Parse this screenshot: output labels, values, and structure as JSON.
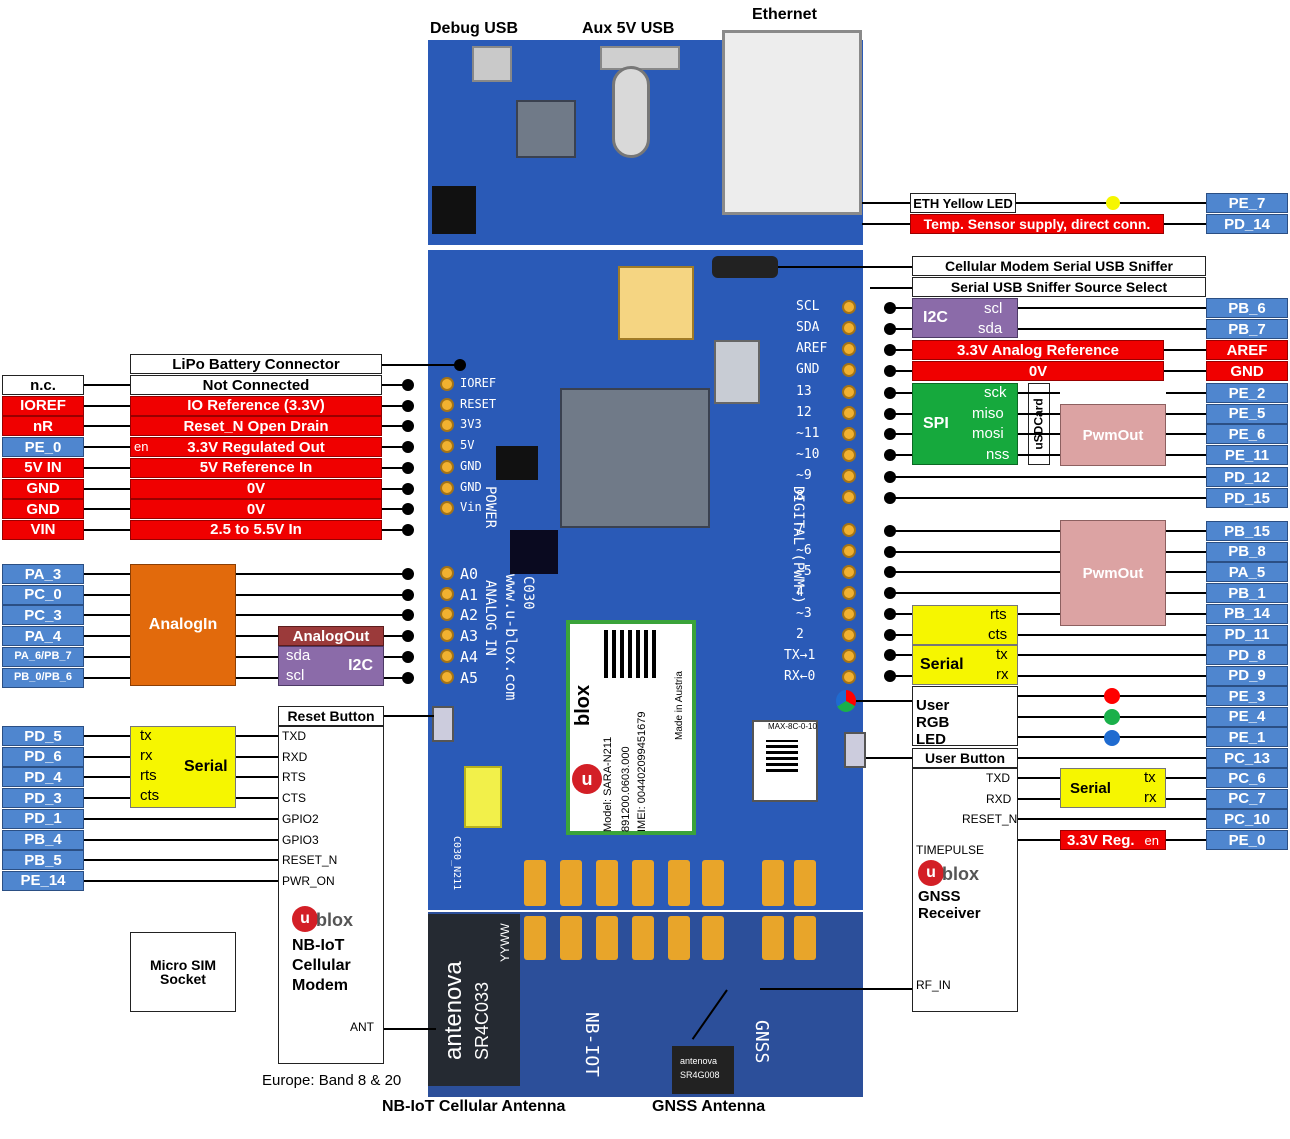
{
  "top": {
    "debug_usb": "Debug USB",
    "aux_usb": "Aux 5V USB",
    "ethernet": "Ethernet"
  },
  "bottom": {
    "nbiot_antenna": "NB-IoT Cellular Antenna",
    "gnss_antenna": "GNSS Antenna",
    "europe_band": "Europe: Band 8 & 20"
  },
  "board": {
    "antenova_big": "antenova",
    "antenova_code": "SR4C033",
    "yyww": "YYWW",
    "nbiot": "NB-IOT",
    "gnss": "GNSS",
    "ublox_url": "www.u-blox.com",
    "power": "POWER",
    "analog_in": "ANALOG IN",
    "digital": "DIGITAL (PWM~)",
    "c030": "C030",
    "sara": "SARA-N211",
    "blox": "blox",
    "model": "Model:",
    "imei": "IMEI:",
    "sara_code": "891200.0603.000",
    "sara_imei": "004402099451679",
    "made": "Made in Austria",
    "rev": "C030_N211",
    "max": "MAX-8C-0-10",
    "small_antenova": "antenova",
    "small_code": "SR4G008",
    "left_pins": [
      "IOREF",
      "RESET",
      "3V3",
      "5V",
      "GND",
      "GND",
      "Vin",
      "A0",
      "A1",
      "A2",
      "A3",
      "A4",
      "A5"
    ],
    "right_pins": [
      "SCL",
      "SDA",
      "AREF",
      "GND",
      "13",
      "12",
      "~11",
      "~10",
      "~9",
      "8",
      "7",
      "~6",
      "~5",
      "4",
      "~3",
      "2",
      "TX→1",
      "RX←0"
    ]
  },
  "left": {
    "lipo": "LiPo Battery Connector",
    "power_rows": [
      {
        "name": "n.c.",
        "desc": "Not Connected"
      },
      {
        "name": "IOREF",
        "desc": "IO Reference (3.3V)"
      },
      {
        "name": "nR",
        "desc": "Reset_N Open Drain"
      },
      {
        "name": "PE_0",
        "desc": "3.3V Regulated  Out",
        "en": "en"
      },
      {
        "name": "5V IN",
        "desc": "5V Reference In"
      },
      {
        "name": "GND",
        "desc": "0V"
      },
      {
        "name": "GND",
        "desc": "0V"
      },
      {
        "name": "VIN",
        "desc": "2.5 to 5.5V In"
      }
    ],
    "analog_pins": [
      "PA_3",
      "PC_0",
      "PC_3",
      "PA_4",
      "PA_6/PB_7",
      "PB_0/PB_6"
    ],
    "analog_in": "AnalogIn",
    "analog_out": "AnalogOut",
    "sda": "sda",
    "scl": "scl",
    "i2c": "I2C",
    "reset_button": "Reset Button",
    "serial_pins": [
      "PD_5",
      "PD_6",
      "PD_4",
      "PD_3",
      "PD_1",
      "PB_4",
      "PB_5",
      "PE_14"
    ],
    "serial_sub": [
      "tx",
      "rx",
      "rts",
      "cts"
    ],
    "serial": "Serial",
    "modem_pins": [
      "TXD",
      "RXD",
      "RTS",
      "CTS",
      "GPIO2",
      "GPIO3",
      "RESET_N",
      "PWR_ON"
    ],
    "ublox_logo": "blox",
    "modem_title": "NB-IoT Cellular Modem",
    "ant": "ANT",
    "sim": "Micro SIM Socket"
  },
  "right": {
    "eth_led": "ETH Yellow LED",
    "temp": "Temp. Sensor supply, direct conn.",
    "eth_pin": "PE_7",
    "temp_pin": "PD_14",
    "sniffer": "Cellular Modem Serial USB Sniffer",
    "sniffer_select": "Serial USB Sniffer Source Select",
    "i2c": "I2C",
    "scl": "scl",
    "sda": "sda",
    "i2c_pins": [
      "PB_6",
      "PB_7"
    ],
    "aref_desc": "3.3V Analog Reference",
    "aref_pin": "AREF",
    "gnd_desc": "0V",
    "gnd_pin": "GND",
    "spi": "SPI",
    "spi_sub": [
      "sck",
      "miso",
      "mosi",
      "nss"
    ],
    "usdcard": "uSDCard",
    "pwm_out": "PwmOut",
    "spi_pins": [
      "PE_2",
      "PE_5",
      "PE_6",
      "PE_11"
    ],
    "extra_pins": [
      "PD_12",
      "PD_15"
    ],
    "pwm_pins": [
      "PB_15",
      "PB_8",
      "PA_5",
      "PB_1",
      "PB_14",
      "PD_11",
      "PD_8",
      "PD_9"
    ],
    "rts": "rts",
    "cts": "cts",
    "tx": "tx",
    "rx": "rx",
    "serial": "Serial",
    "rgb": "User RGB LED",
    "rgb_pins": [
      "PE_3",
      "PE_4",
      "PE_1"
    ],
    "user_button": "User Button",
    "button_pin": "PC_13",
    "gnss_pins_labels": [
      "TXD",
      "RXD",
      "RESET_N",
      "TIMEPULSE"
    ],
    "gnss_pins": [
      "PC_6",
      "PC_7",
      "PC_10",
      "PE_0"
    ],
    "reg": "3.3V Reg.",
    "en": "en",
    "ublox_logo": "blox",
    "gnss_title": "GNSS Receiver",
    "rf_in": "RF_IN"
  },
  "colors": {
    "blue": "#4f86cf",
    "red": "#f00000",
    "purple": "#8b6ba9",
    "green": "#16a93d",
    "yellow": "#f6f600",
    "orange": "#e26a0c",
    "pink": "#dca3a3",
    "brown": "#9b3a3a",
    "board": "#2a5ab7"
  }
}
